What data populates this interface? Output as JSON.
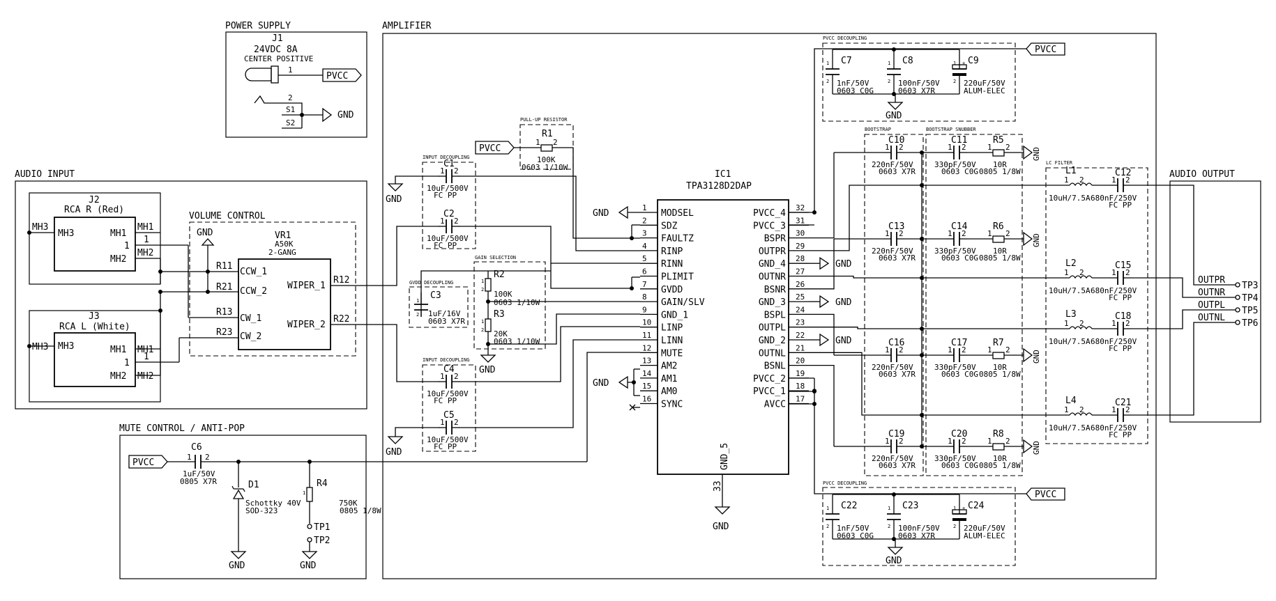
{
  "sections": {
    "power": "POWER SUPPLY",
    "amp": "AMPLIFIER",
    "input": "AUDIO INPUT",
    "output": "AUDIO OUTPUT",
    "mute": "MUTE CONTROL / ANTI-POP",
    "volume": "VOLUME CONTROL"
  },
  "j1": {
    "ref": "J1",
    "v1": "24VDC 8A",
    "v2": "CENTER POSITIVE",
    "p1": "1",
    "p2": "2",
    "s1": "S1",
    "s2": "S2"
  },
  "nets": {
    "pvcc": "PVCC",
    "gnd": "GND"
  },
  "j2": {
    "ref": "J2",
    "value": "RCA R (Red)",
    "mh3": "MH3",
    "mh1": "MH1",
    "mh2": "MH2",
    "p1": "1"
  },
  "j3": {
    "ref": "J3",
    "value": "RCA L (White)",
    "mh3": "MH3",
    "mh1": "MH1",
    "mh2": "MH2",
    "p1": "1"
  },
  "vr1": {
    "ref": "VR1",
    "v1": "A50K",
    "v2": "2-GANG",
    "r11": "R11",
    "r21": "R21",
    "r13": "R13",
    "r23": "R23",
    "r12": "R12",
    "r22": "R22",
    "ccw1": "CCW_1",
    "ccw2": "CCW_2",
    "cw1": "CW_1",
    "cw2": "CW_2",
    "wp1": "WIPER_1",
    "wp2": "WIPER_2"
  },
  "groups": {
    "pullup": "PULL-UP RESISTOR",
    "indec1": "INPUT DECOUPLING",
    "indec2": "INPUT DECOUPLING",
    "gain": "GAIN SELECTION",
    "gvdd": "GVDD DECOUPLING",
    "pvccdec1": "PVCC DECOUPLING",
    "pvccdec2": "PVCC DECOUPLING",
    "bootstrap": "BOOTSTRAP",
    "snubber": "BOOTSTRAP SNUBBER",
    "lc": "LC FILTER"
  },
  "ic1": {
    "ref": "IC1",
    "value": "TPA3128D2DAP",
    "left": [
      {
        "n": "1",
        "name": "MODSEL"
      },
      {
        "n": "2",
        "name": "SDZ"
      },
      {
        "n": "3",
        "name": "FAULTZ"
      },
      {
        "n": "4",
        "name": "RINP"
      },
      {
        "n": "5",
        "name": "RINN"
      },
      {
        "n": "6",
        "name": "PLIMIT"
      },
      {
        "n": "7",
        "name": "GVDD"
      },
      {
        "n": "8",
        "name": "GAIN/SLV"
      },
      {
        "n": "9",
        "name": "GND_1"
      },
      {
        "n": "10",
        "name": "LINP"
      },
      {
        "n": "11",
        "name": "LINN"
      },
      {
        "n": "12",
        "name": "MUTE"
      },
      {
        "n": "13",
        "name": "AM2"
      },
      {
        "n": "14",
        "name": "AM1"
      },
      {
        "n": "15",
        "name": "AM0"
      },
      {
        "n": "16",
        "name": "SYNC"
      }
    ],
    "right": [
      {
        "n": "32",
        "name": "PVCC_4"
      },
      {
        "n": "31",
        "name": "PVCC_3"
      },
      {
        "n": "30",
        "name": "BSPR"
      },
      {
        "n": "29",
        "name": "OUTPR"
      },
      {
        "n": "28",
        "name": "GND_4"
      },
      {
        "n": "27",
        "name": "OUTNR"
      },
      {
        "n": "26",
        "name": "BSNR"
      },
      {
        "n": "25",
        "name": "GND_3"
      },
      {
        "n": "24",
        "name": "BSPL"
      },
      {
        "n": "23",
        "name": "OUTPL"
      },
      {
        "n": "22",
        "name": "GND_2"
      },
      {
        "n": "21",
        "name": "OUTNL"
      },
      {
        "n": "20",
        "name": "BSNL"
      },
      {
        "n": "19",
        "name": "PVCC_2"
      },
      {
        "n": "18",
        "name": "PVCC_1"
      },
      {
        "n": "17",
        "name": "AVCC"
      }
    ],
    "bottom": {
      "n": "33",
      "name": "GND_5"
    }
  },
  "r1": {
    "ref": "R1",
    "v1": "100K",
    "v2": "0603 1/10W"
  },
  "c1": {
    "ref": "C1",
    "v1": "10uF/500V",
    "v2": "FC PP"
  },
  "c2": {
    "ref": "C2",
    "v1": "10uF/500V",
    "v2": "FC PP"
  },
  "r2": {
    "ref": "R2",
    "v1": "100K",
    "v2": "0603 1/10W"
  },
  "r3": {
    "ref": "R3",
    "v1": "20K",
    "v2": "0603 1/10W"
  },
  "c3": {
    "ref": "C3",
    "v1": "1uF/16V",
    "v2": "0603 X7R"
  },
  "c4": {
    "ref": "C4",
    "v1": "10uF/500V",
    "v2": "FC PP"
  },
  "c5": {
    "ref": "C5",
    "v1": "10uF/500V",
    "v2": "FC PP"
  },
  "c6": {
    "ref": "C6",
    "v1": "1uF/50V",
    "v2": "0805 X7R"
  },
  "d1": {
    "ref": "D1",
    "v1": "Schottky 40V",
    "v2": "SOD-323"
  },
  "r4": {
    "ref": "R4",
    "v1": "750K",
    "v2": "0805 1/8W"
  },
  "tp1": "TP1",
  "tp2": "TP2",
  "c7": {
    "ref": "C7",
    "v1": "1nF/50V",
    "v2": "0603 C0G"
  },
  "c8": {
    "ref": "C8",
    "v1": "100nF/50V",
    "v2": "0603 X7R"
  },
  "c9": {
    "ref": "C9",
    "v1": "220uF/50V",
    "v2": "ALUM-ELEC"
  },
  "c22": {
    "ref": "C22",
    "v1": "1nF/50V",
    "v2": "0603 C0G"
  },
  "c23": {
    "ref": "C23",
    "v1": "100nF/50V",
    "v2": "0603 X7R"
  },
  "c24": {
    "ref": "C24",
    "v1": "220uF/50V",
    "v2": "ALUM-ELEC"
  },
  "boot": [
    {
      "ref": "C10",
      "v1": "220nF/50V",
      "v2": "0603 X7R"
    },
    {
      "ref": "C13",
      "v1": "220nF/50V",
      "v2": "0603 X7R"
    },
    {
      "ref": "C16",
      "v1": "220nF/50V",
      "v2": "0603 X7R"
    },
    {
      "ref": "C19",
      "v1": "220nF/50V",
      "v2": "0603 X7R"
    }
  ],
  "snubc": [
    {
      "ref": "C11",
      "v1": "330pF/50V",
      "v2": "0603 C0G"
    },
    {
      "ref": "C14",
      "v1": "330pF/50V",
      "v2": "0603 C0G"
    },
    {
      "ref": "C17",
      "v1": "330pF/50V",
      "v2": "0603 C0G"
    },
    {
      "ref": "C20",
      "v1": "330pF/50V",
      "v2": "0603 C0G"
    }
  ],
  "snubr": [
    {
      "ref": "R5",
      "v1": "10R",
      "v2": "0805 1/8W"
    },
    {
      "ref": "R6",
      "v1": "10R",
      "v2": "0805 1/8W"
    },
    {
      "ref": "R7",
      "v1": "10R",
      "v2": "0805 1/8W"
    },
    {
      "ref": "R8",
      "v1": "10R",
      "v2": "0805 1/8W"
    }
  ],
  "lcl": [
    {
      "ref": "L1",
      "v1": "10uH/7.5A"
    },
    {
      "ref": "L2",
      "v1": "10uH/7.5A"
    },
    {
      "ref": "L3",
      "v1": "10uH/7.5A"
    },
    {
      "ref": "L4",
      "v1": "10uH/7.5A"
    }
  ],
  "lcc": [
    {
      "ref": "C12",
      "v1": "680nF/250V",
      "v2": "FC PP"
    },
    {
      "ref": "C15",
      "v1": "680nF/250V",
      "v2": "FC PP"
    },
    {
      "ref": "C18",
      "v1": "680nF/250V",
      "v2": "FC PP"
    },
    {
      "ref": "C21",
      "v1": "680nF/250V",
      "v2": "FC PP"
    }
  ],
  "outnets": [
    "OUTPR",
    "OUTNR",
    "OUTPL",
    "OUTNL"
  ],
  "tps": [
    "TP3",
    "TP4",
    "TP5",
    "TP6"
  ],
  "pins": {
    "p1": "1",
    "p2": "2"
  }
}
